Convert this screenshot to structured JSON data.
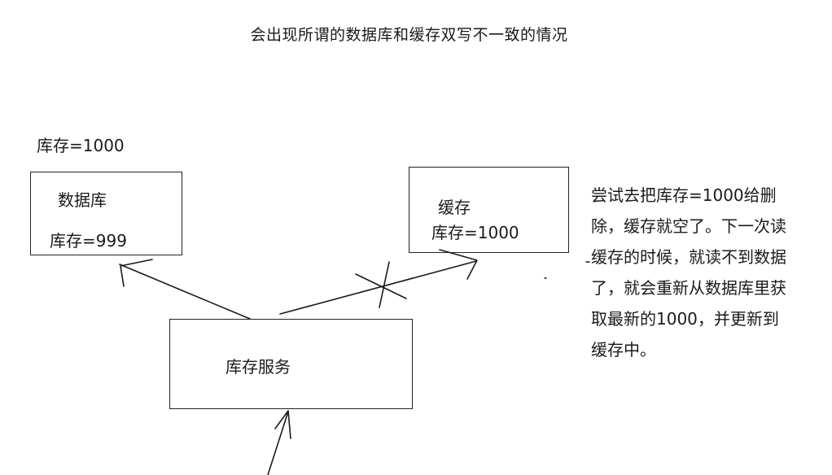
{
  "title": "会出现所谓的数据库和缓存双写不一致的情况",
  "stock_label": "库存=1000",
  "database": {
    "name": "数据库",
    "value": "库存=999"
  },
  "cache": {
    "name": "缓存",
    "value": "库存=1000"
  },
  "service": {
    "name": "库存服务"
  },
  "note": "尝试去把库存=1000给删除，缓存就空了。下一次读缓存的时候，就读不到数据了，就会重新从数据库里获取最新的1000，并更新到缓存中。"
}
